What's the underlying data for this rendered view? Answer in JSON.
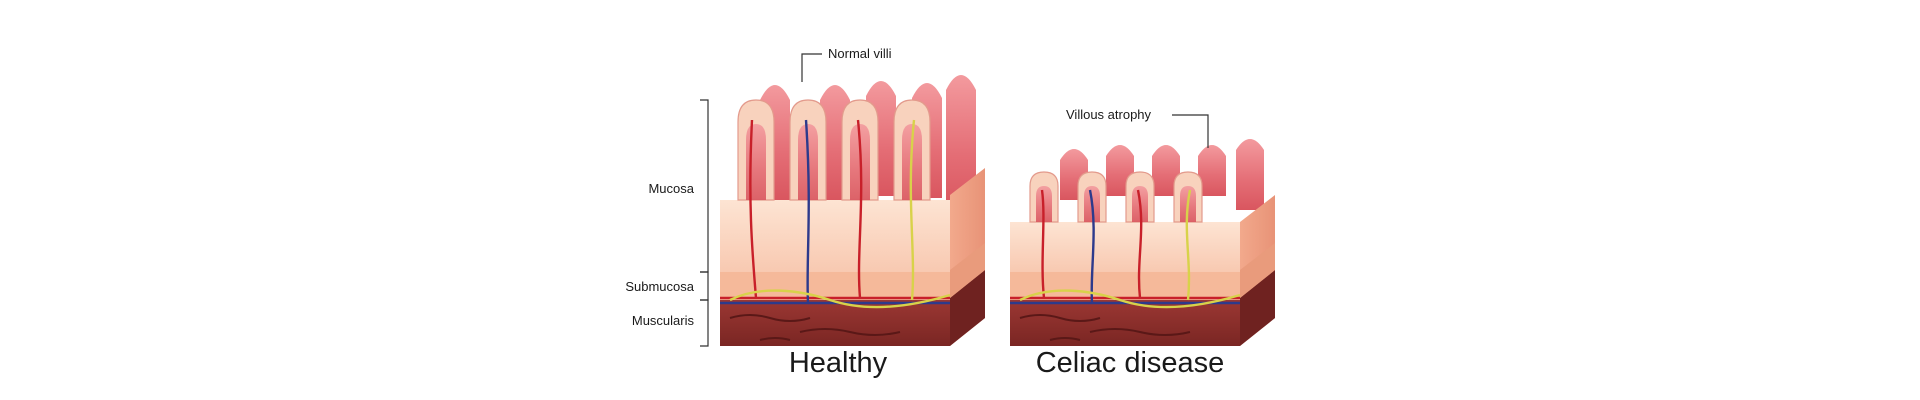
{
  "labels": {
    "normal_villi": "Normal villi",
    "villous_atrophy": "Villous atrophy",
    "mucosa": "Mucosa",
    "submucosa": "Submucosa",
    "muscularis": "Muscularis"
  },
  "captions": {
    "healthy": "Healthy",
    "celiac": "Celiac disease"
  },
  "colors": {
    "villus_pink": "#e8737a",
    "villus_light": "#f6b3ad",
    "villus_cut": "#fcd9c4",
    "tissue": "#f7c9b0",
    "submucosa": "#f5b99a",
    "muscularis": "#8e2f2c",
    "vein": "#2d3a8c",
    "artery": "#c8202a",
    "nerve": "#d8d24a"
  }
}
